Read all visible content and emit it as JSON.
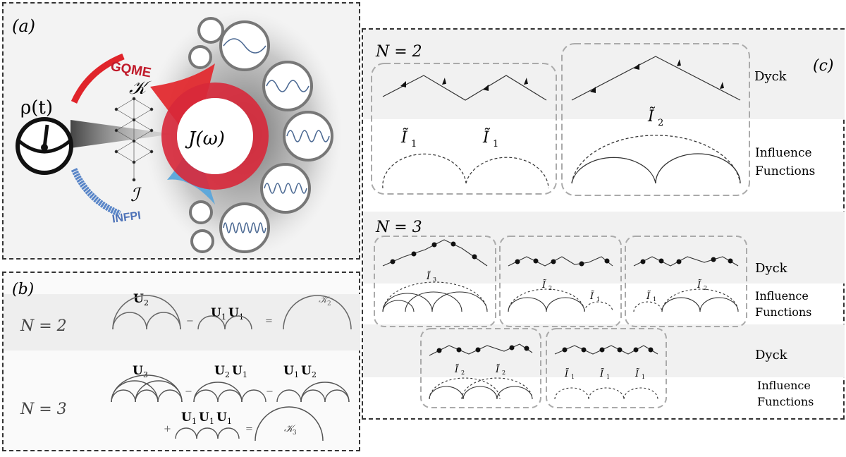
{
  "panel_a": {
    "label": "(a)",
    "rho": "ρ(t)",
    "gqme": "GQME",
    "k_symbol": "𝒦",
    "i_symbol": "ℐ",
    "infpi": "INFPI",
    "j_omega": "J(ω)",
    "colors": {
      "gqme_red": "#e0242a",
      "infpi_blue": "#5a86c8",
      "ring_red": "#d8283a",
      "cone_blue": "#5aa7db"
    }
  },
  "panel_b": {
    "label": "(b)",
    "n2": {
      "n_label": "N = 2",
      "u2": "U",
      "u2_sub": "2",
      "u1u1_a": "U",
      "u1u1_a_sub": "1",
      "u1u1_b": "U",
      "u1u1_b_sub": "1",
      "minus": "−",
      "equals": "=",
      "k2": "𝒦",
      "k2_sub": "2"
    },
    "n3": {
      "n_label": "N = 3",
      "u3": "U",
      "u3_sub": "3",
      "u2u1_a": "U",
      "u2u1_a_sub": "2",
      "u2u1_b": "U",
      "u2u1_b_sub": "1",
      "u1u2_a": "U",
      "u1u2_a_sub": "1",
      "u1u2_b": "U",
      "u1u2_b_sub": "2",
      "u111_a": "U",
      "u111_a_sub": "1",
      "u111_b": "U",
      "u111_b_sub": "1",
      "u111_c": "U",
      "u111_c_sub": "1",
      "minus1": "−",
      "minus2": "−",
      "plus": "+",
      "equals": "=",
      "k3": "𝒦",
      "k3_sub": "3"
    }
  },
  "panel_c": {
    "label": "(c)",
    "n2_label": "N = 2",
    "n3_label": "N = 3",
    "dyck": "Dyck",
    "influence": "Influence",
    "functions": "Functions",
    "i_tilde": "Ĩ",
    "sub1": "1",
    "sub2": "2",
    "sub3": "3"
  }
}
